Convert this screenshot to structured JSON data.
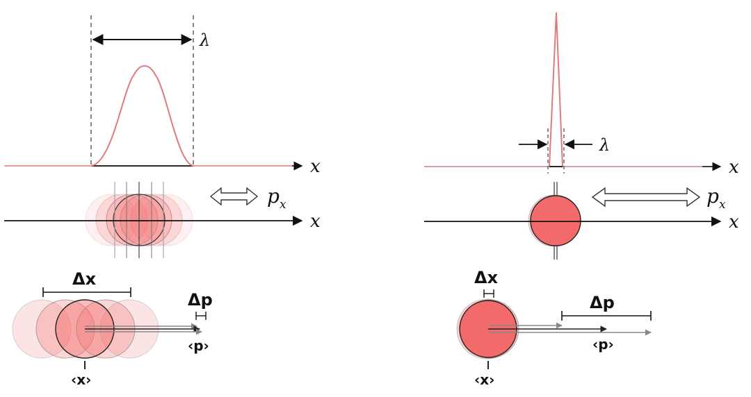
{
  "colors": {
    "curve": "#e07a7a",
    "circle": "#f26a6a",
    "axis": "#111111",
    "dash": "#444444"
  },
  "left": {
    "wavelength_label": "λ",
    "axis_top_label": "x",
    "axis_mid_label": "x",
    "momentum_label": "p",
    "momentum_sub": "x",
    "delta_x_label": "Δx",
    "delta_p_label": "Δp",
    "mean_x_label": "‹x›",
    "mean_p_label": "‹p›"
  },
  "right": {
    "wavelength_label": "λ",
    "axis_top_label": "x",
    "axis_mid_label": "x",
    "momentum_label": "p",
    "momentum_sub": "x",
    "delta_x_label": "Δx",
    "delta_p_label": "Δp",
    "mean_x_label": "‹x›",
    "mean_p_label": "‹p›"
  }
}
